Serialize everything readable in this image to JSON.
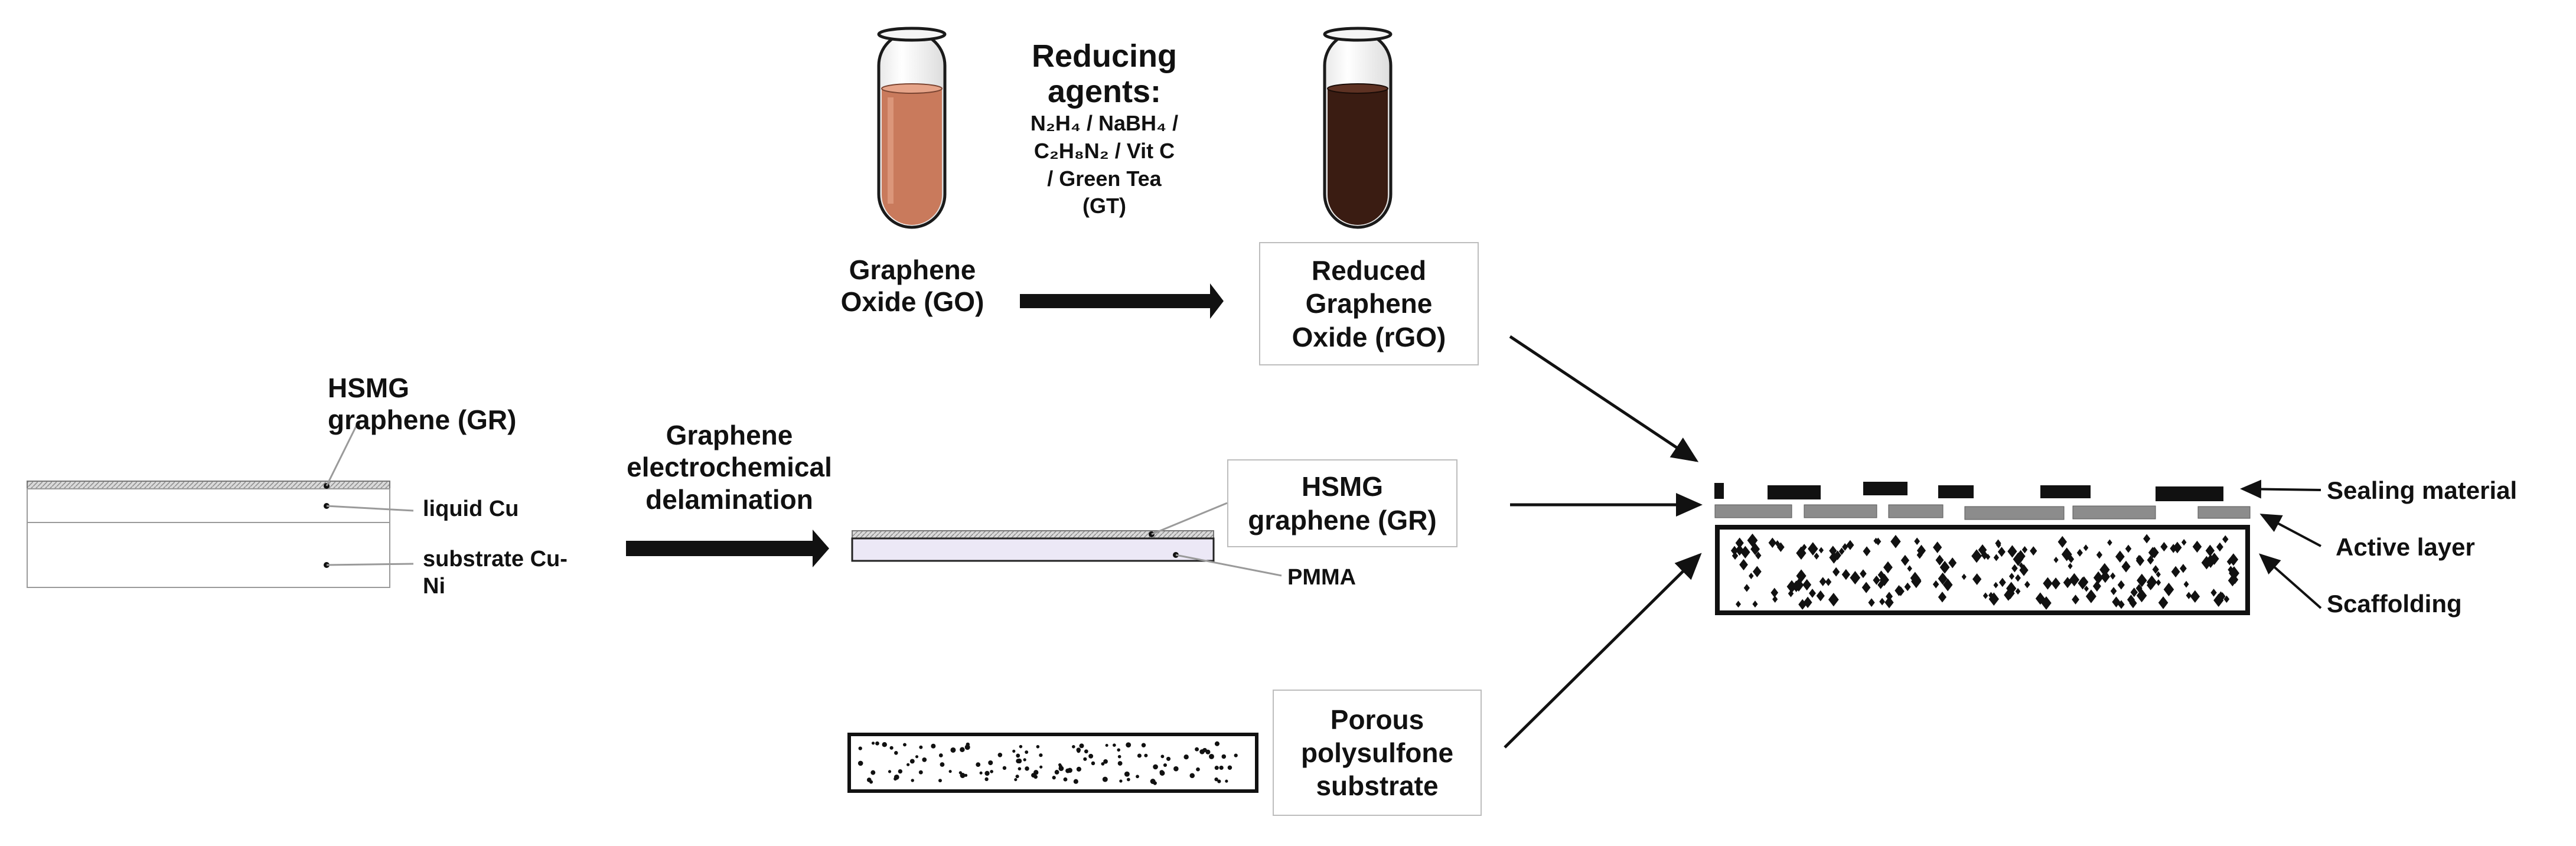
{
  "top": {
    "graphene_oxide": "Graphene\nOxide (GO)",
    "reducing_agents_title": "Reducing\nagents:",
    "reducing_agents_list": "N₂H₄ / NaBH₄ /\nC₂H₈N₂ / Vit C\n/ Green Tea\n(GT)",
    "reduced_graphene_oxide": "Reduced\nGraphene\nOxide (rGO)"
  },
  "middle": {
    "hsmg_left": "HSMG\ngraphene (GR)",
    "liquid_cu": "liquid Cu",
    "substrate": "substrate Cu-\nNi",
    "delamination": "Graphene\nelectrochemical\ndelamination",
    "hsmg_right": "HSMG\ngraphene (GR)",
    "pmma": "PMMA"
  },
  "bottom": {
    "porous_substrate": "Porous\npolysulfone\nsubstrate"
  },
  "membrane": {
    "sealing_material": "Sealing material",
    "active_layer": "Active layer",
    "scaffolding": "Scaffolding"
  },
  "colors": {
    "go_liquid": "#c97a5c",
    "rgo_liquid": "#3a1c12",
    "pmma_fill": "#ece8f6",
    "active_layer": "#8c8c8c"
  }
}
